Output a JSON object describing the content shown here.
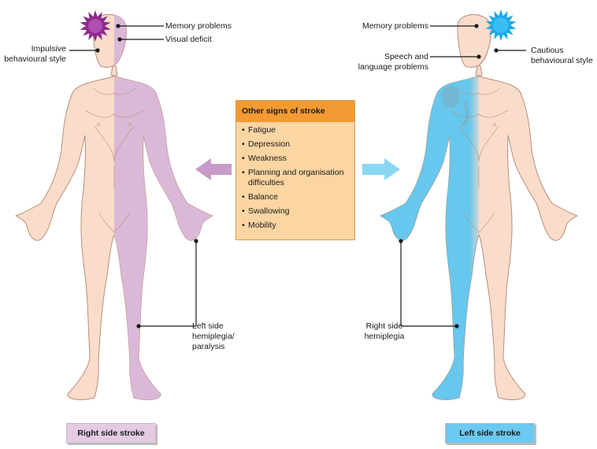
{
  "colors": {
    "skin": "#fadccb",
    "skin_outline": "#b88f78",
    "right_stroke_accent": "#d9b6d8",
    "right_stroke_burst": "#8e2a8b",
    "left_stroke_accent": "#5fc6ef",
    "left_stroke_burst": "#17a8e8",
    "signs_box_fill": "#fbd5a2",
    "signs_box_header": "#f39b32"
  },
  "icons": {
    "right_burst": "starburst-icon",
    "left_burst": "starburst-icon",
    "left_arrow": "arrow-left-icon",
    "right_arrow": "arrow-right-icon"
  },
  "right_side_stroke": {
    "caption": "Right side stroke",
    "labels": {
      "memory": "Memory problems",
      "visual": "Visual deficit",
      "impulsive": [
        "Impulsive",
        "behavioural style"
      ],
      "hemiplegia": [
        "Left side",
        "hemiplegia/",
        "paralysis"
      ]
    }
  },
  "left_side_stroke": {
    "caption": "Left side stroke",
    "labels": {
      "memory": "Memory problems",
      "speech": [
        "Speech and",
        "language problems"
      ],
      "cautious": [
        "Cautious",
        "behavioural style"
      ],
      "hemiplegia": [
        "Right side",
        "hemiplegia"
      ]
    }
  },
  "other_signs": {
    "title": "Other signs of stroke",
    "items": [
      "Fatigue",
      "Depression",
      "Weakness",
      "Planning and organisation difficulties",
      "Balance",
      "Swallowing",
      "Mobility"
    ]
  }
}
